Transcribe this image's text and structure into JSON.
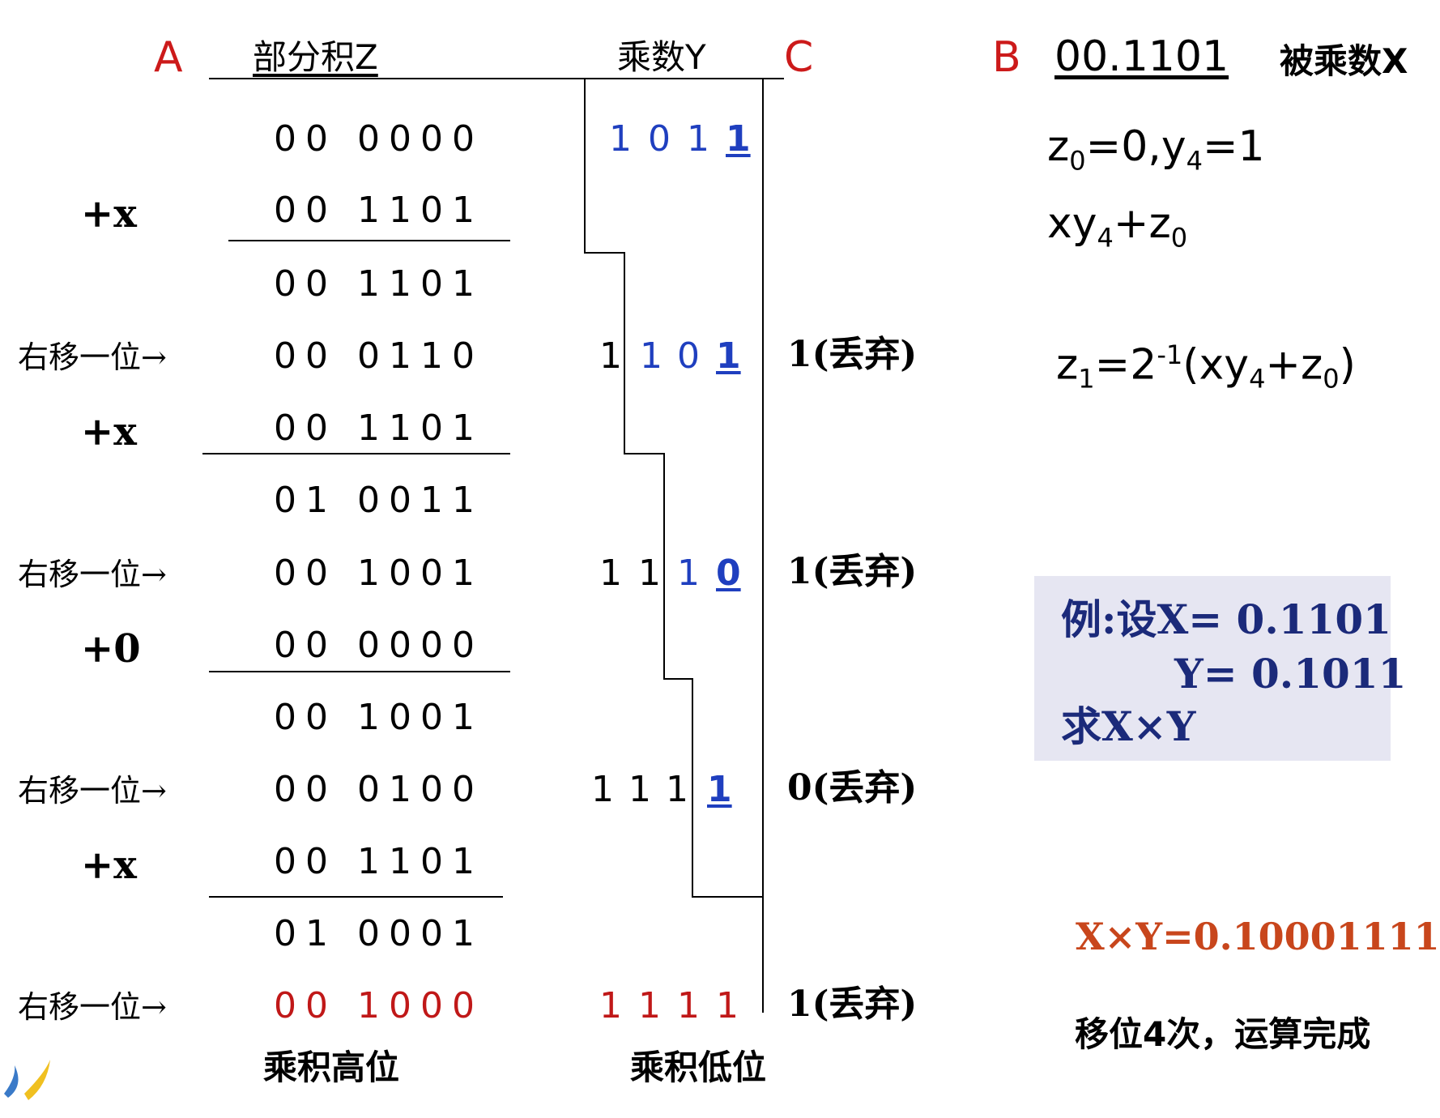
{
  "header": {
    "label_a": "A",
    "partial_product": "部分积Z",
    "multiplier": "乘数Y",
    "label_c": "C",
    "label_b": "B",
    "multiplicand_value": "00.1101",
    "multiplicand_label": "被乘数X"
  },
  "rows": [
    {
      "op": "",
      "z": "00 0000",
      "y": [
        "1",
        "0",
        "1",
        "1"
      ],
      "discard": ""
    },
    {
      "op": "+x",
      "z": "00 1101"
    },
    {
      "op": "",
      "z": "00 1101"
    },
    {
      "op": "右移一位→",
      "z": "00 0110",
      "y": [
        "1",
        "1",
        "0",
        "1"
      ],
      "discard": "1(丢弃)"
    },
    {
      "op": "+x",
      "z": "00 1101"
    },
    {
      "op": "",
      "z": "01 0011"
    },
    {
      "op": "右移一位→",
      "z": "00 1001",
      "y": [
        "1",
        "1",
        "1",
        "0"
      ],
      "discard": "1(丢弃)"
    },
    {
      "op": "+0",
      "z": "00 0000"
    },
    {
      "op": "",
      "z": "00 1001"
    },
    {
      "op": "右移一位→",
      "z": "00 0100",
      "y": [
        "1",
        "1",
        "1",
        "1"
      ],
      "discard": "0(丢弃)"
    },
    {
      "op": "+x",
      "z": "00 1101"
    },
    {
      "op": "",
      "z": "01 0001"
    },
    {
      "op": "右移一位→",
      "z": "00 1000",
      "y": [
        "1",
        "1",
        "1",
        "1"
      ],
      "discard": "1(丢弃)"
    }
  ],
  "footer": {
    "high": "乘积高位",
    "low": "乘积低位"
  },
  "formulas": {
    "f1": "z0=0,y4=1",
    "f2": "xy4+z0",
    "f3": "z1=2-1(xy4+z0)"
  },
  "example": {
    "line1": "例:设X= 0.1101",
    "line2": "Y= 0.1011",
    "line3": "求X×Y"
  },
  "result": "X×Y=0.10001111",
  "note": "移位4次，运算完成",
  "colors": {
    "header_letter": "#cc1a1a",
    "multiplier_blue": "#1f3fbf",
    "final_red": "#c01818",
    "example_bg": "#e6e6f2",
    "example_text": "#1b2a7a",
    "result_orange": "#c8461c"
  }
}
